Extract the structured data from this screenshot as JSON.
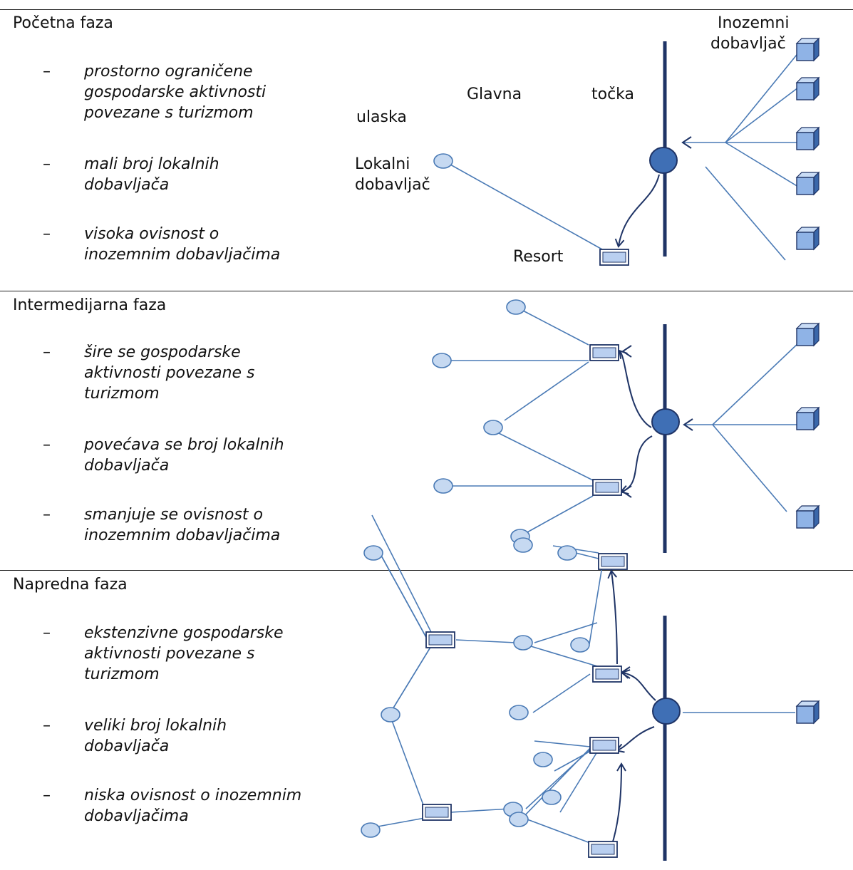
{
  "colors": {
    "line": "#4a7ab5",
    "axis": "#1f3466",
    "node_fill": "#c6d9f1",
    "node_stroke": "#4a7ab5",
    "rect_fill": "#b9cff0",
    "rect_stroke": "#1f3466",
    "entry_fill": "#3f6fb5",
    "arrow": "#1f3466",
    "cube_front": "#8fb3e6",
    "cube_top": "#c9dcf5",
    "cube_side": "#3a67aa",
    "cube_edge": "#1f3466"
  },
  "icons": {
    "supplier_foreign": "cube-icon",
    "supplier_local": "ellipse-node",
    "resort": "rectangle-node",
    "entry_point": "circle-node"
  },
  "phases": [
    {
      "title": "Početna faza",
      "bullets": [
        "prostorno ograničene\ngospodarske aktivnosti\npovezane s turizmom",
        "mali broj lokalnih\ndobavljača",
        "visoka ovisnost o\ninozemnim dobavljačima"
      ]
    },
    {
      "title": "Intermedijarna faza",
      "bullets": [
        "šire se gospodarske\naktivnosti povezane s\nturizmom",
        "povećava se broj lokalnih\ndobavljača",
        "smanjuje se ovisnost o\ninozemnim dobavljačima"
      ]
    },
    {
      "title": "Napredna faza",
      "bullets": [
        "ekstenzivne gospodarske\naktivnosti povezane s\nturizmom",
        "veliki broj lokalnih\ndobavljača",
        "niska ovisnost o inozemnim\ndobavljačima"
      ]
    }
  ],
  "labels": {
    "foreign_suppliers_1": "Inozemni",
    "foreign_suppliers_2": "dobavljač",
    "main_entry_1": "Glavna",
    "main_entry_2": "točka",
    "main_entry_3": "ulaska",
    "local_supplier_1": "Lokalni",
    "local_supplier_2": "dobavljač",
    "resort": "Resort"
  }
}
